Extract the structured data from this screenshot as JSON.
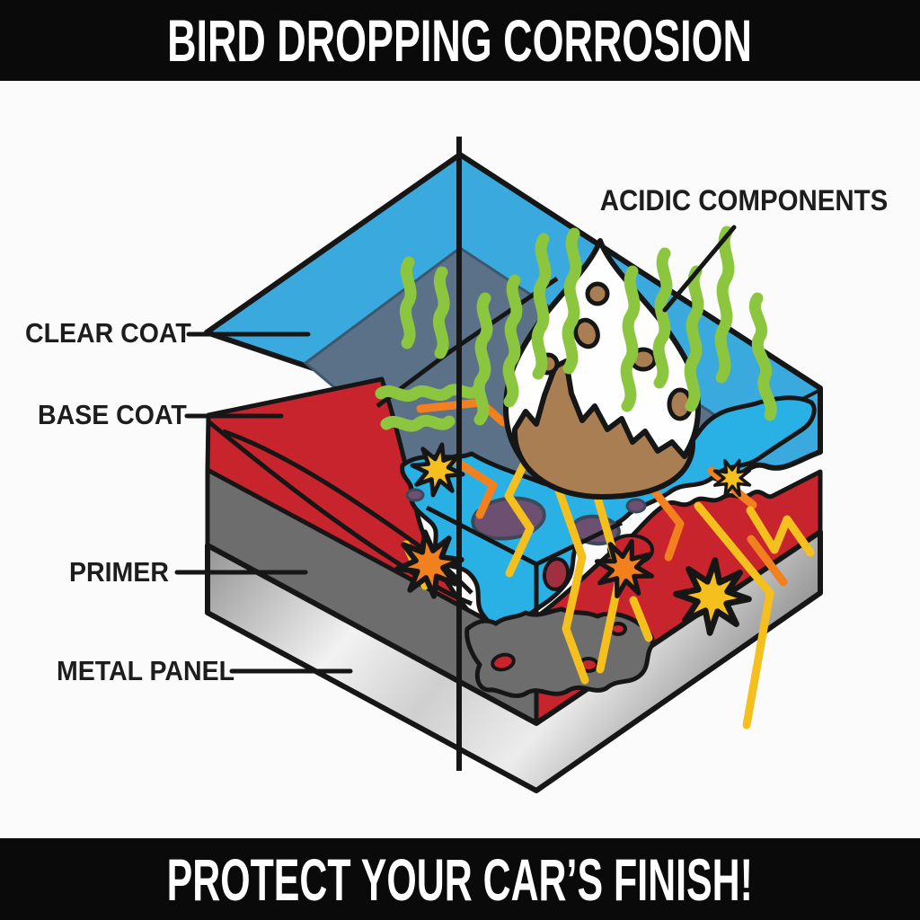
{
  "header": {
    "title": "BIRD DROPPING CORROSION"
  },
  "footer": {
    "message": "PROTECT YOUR CAR’S FINISH!"
  },
  "diagram": {
    "annotation_label": "ACIDIC COMPONENTS",
    "layers": [
      {
        "id": "clear-coat",
        "label": "CLEAR COAT"
      },
      {
        "id": "base-coat",
        "label": "BASE COAT"
      },
      {
        "id": "primer",
        "label": "PRIMER"
      },
      {
        "id": "metal-panel",
        "label": "METAL PANEL"
      }
    ],
    "colors": {
      "clear_coat": "#3aa9de",
      "clear_coat_inner": "#5b7187",
      "pooled_acid": "#29b1e6",
      "base_coat": "#c8242d",
      "primer": "#6d6d6d",
      "metal_light": "#f2f2f2",
      "metal_dark": "#8f8f8f",
      "acid_green": "#8cc63f",
      "spark_orange": "#f2801f",
      "spark_yellow": "#f5c01e",
      "dropping_white": "#fefefe",
      "dropping_brown": "#a87e52",
      "corrosion_purple": "#6d5071",
      "corrosion_dark_red": "#9e3040",
      "outline": "#161616",
      "banner_bg": "#0a0a0a",
      "banner_text": "#ffffff",
      "label_text": "#1d1d1d"
    }
  }
}
